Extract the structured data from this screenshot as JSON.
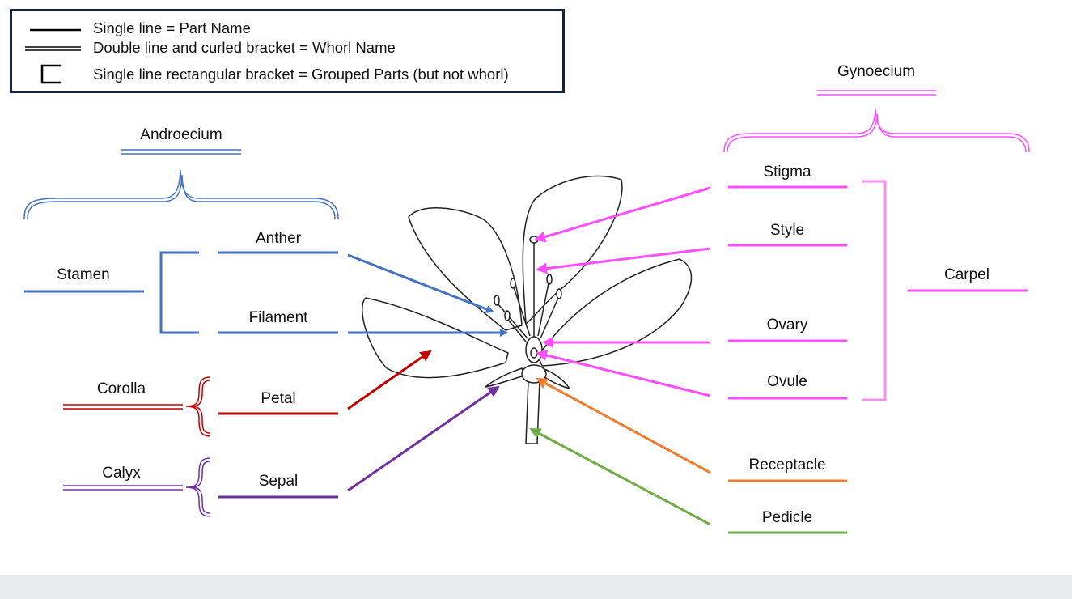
{
  "legend": {
    "single_line": "Single line = Part Name",
    "double_line": "Double line and curled bracket = Whorl Name",
    "rect_bracket": "Single line rectangular bracket = Grouped Parts (but not whorl)"
  },
  "labels": {
    "androecium": "Androecium",
    "stamen": "Stamen",
    "anther": "Anther",
    "filament": "Filament",
    "corolla": "Corolla",
    "petal": "Petal",
    "calyx": "Calyx",
    "sepal": "Sepal",
    "gynoecium": "Gynoecium",
    "stigma": "Stigma",
    "style": "Style",
    "ovary": "Ovary",
    "ovule": "Ovule",
    "carpel": "Carpel",
    "receptacle": "Receptacle",
    "pedicle": "Pedicle"
  },
  "colors": {
    "stamen": "#4472c4",
    "petal": "#c00000",
    "sepal": "#7030a0",
    "carpel": "#ff4dff",
    "carpel_bracket": "#ff8cf0",
    "receptacle": "#ed7d31",
    "pedicle": "#70ad47",
    "legend_border": "#15233f"
  }
}
